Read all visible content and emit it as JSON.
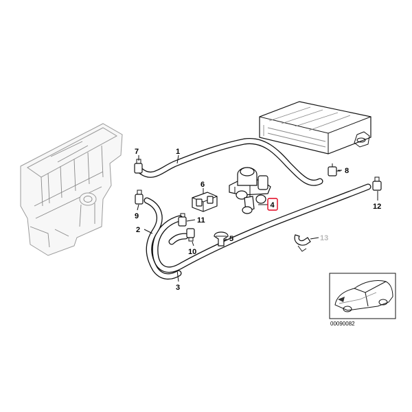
{
  "diagram": {
    "callouts": {
      "c1": "1",
      "c2": "2",
      "c3": "3",
      "c4": "4",
      "c5": "5",
      "c6": "6",
      "c7": "7",
      "c8": "8",
      "c9": "9",
      "c10": "10",
      "c11": "11",
      "c12": "12",
      "c13": "13"
    },
    "highlighted_part": "4",
    "highlight_color": "#e0001b",
    "inactive_callout_color": "#b8b8b8",
    "reference_code": "00090082"
  }
}
